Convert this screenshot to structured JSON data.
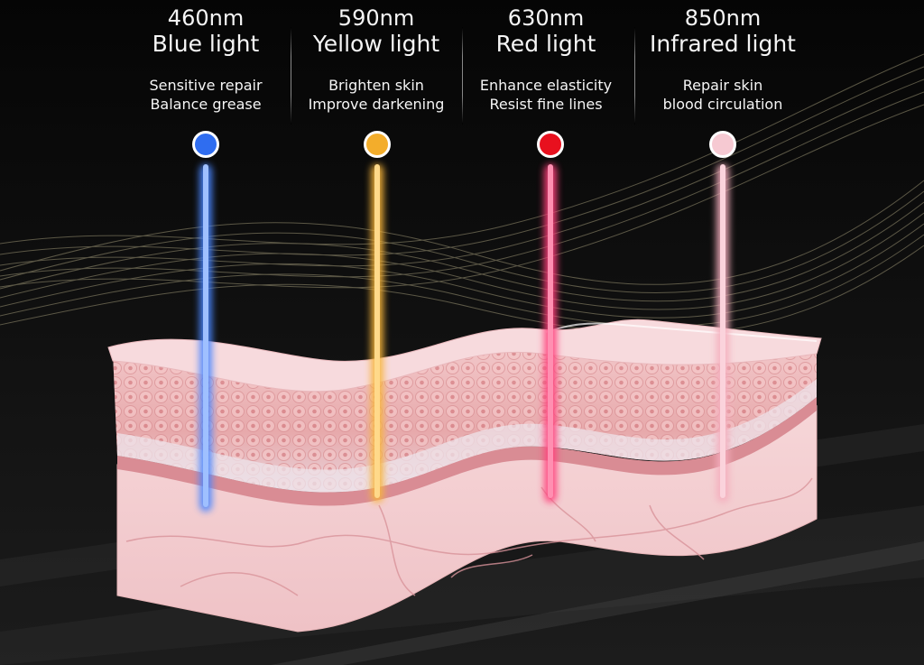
{
  "lights": [
    {
      "wavelength": "460nm",
      "name": "Blue light",
      "benefit_1": "Sensitive repair",
      "benefit_2": "Balance grease",
      "color": "#2f6df0",
      "beam_color": "#4a86ff"
    },
    {
      "wavelength": "590nm",
      "name": "Yellow light",
      "benefit_1": "Brighten skin",
      "benefit_2": "Improve darkening",
      "color": "#f3ad2b",
      "beam_color": "#f7b53a"
    },
    {
      "wavelength": "630nm",
      "name": "Red light",
      "benefit_1": "Enhance elasticity",
      "benefit_2": "Resist fine lines",
      "color": "#e8101e",
      "beam_color": "#ff3f7c"
    },
    {
      "wavelength": "850nm",
      "name": "Infrared light",
      "benefit_1": "Repair skin",
      "benefit_2": "blood circulation",
      "color": "#f6c9d2",
      "beam_color": "#f4aebd"
    }
  ]
}
